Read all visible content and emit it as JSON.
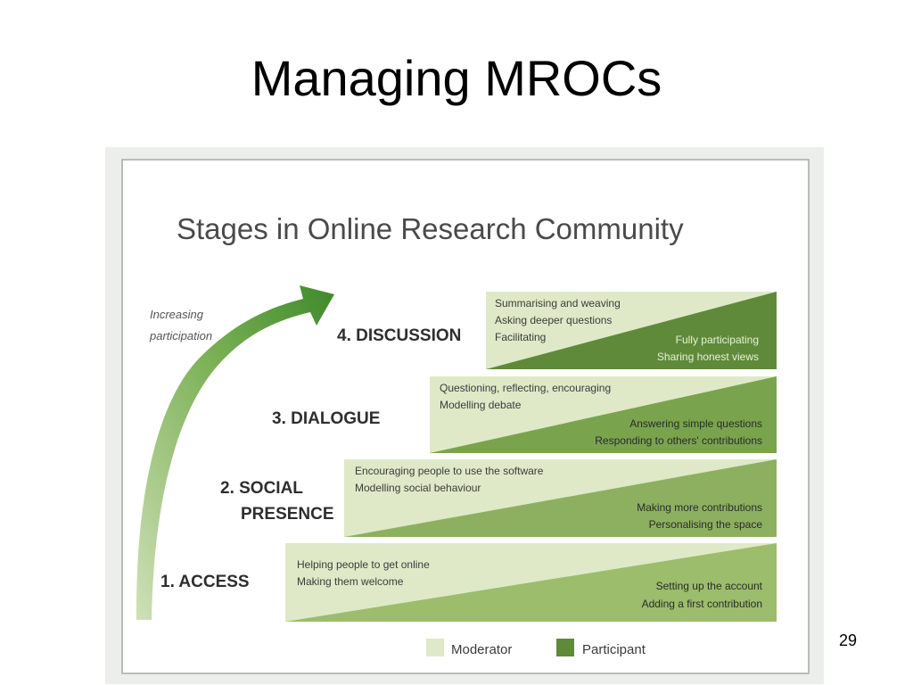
{
  "slide": {
    "title": "Managing MROCs",
    "page_number": "29"
  },
  "figure": {
    "heading": "Stages in Online Research Community",
    "arrow_label": [
      "Increasing",
      "participation"
    ],
    "stages": [
      {
        "label": [
          "4. DISCUSSION"
        ],
        "moderator": [
          "Summarising and weaving",
          "Asking deeper questions",
          "Facilitating"
        ],
        "participant": [
          "Fully participating",
          "Sharing honest views"
        ]
      },
      {
        "label": [
          "3. DIALOGUE"
        ],
        "moderator": [
          "Questioning, reflecting, encouraging",
          "Modelling debate"
        ],
        "participant": [
          "Answering simple questions",
          "Responding to others' contributions"
        ]
      },
      {
        "label": [
          "2. SOCIAL",
          "PRESENCE"
        ],
        "moderator": [
          "Encouraging people to use the software",
          "Modelling social behaviour"
        ],
        "participant": [
          "Making more contributions",
          "Personalising the space"
        ]
      },
      {
        "label": [
          "1. ACCESS"
        ],
        "moderator": [
          "Helping people to get online",
          "Making them welcome"
        ],
        "participant": [
          "Setting up the account",
          "Adding a first contribution"
        ]
      }
    ],
    "legend": {
      "moderator": "Moderator",
      "participant": "Participant"
    },
    "colors": {
      "moderator_light": "#dfe9c8",
      "participant_mid": "#8db060",
      "participant_dark": "#5f8a3a",
      "arrow": "#5e9a3c"
    }
  }
}
